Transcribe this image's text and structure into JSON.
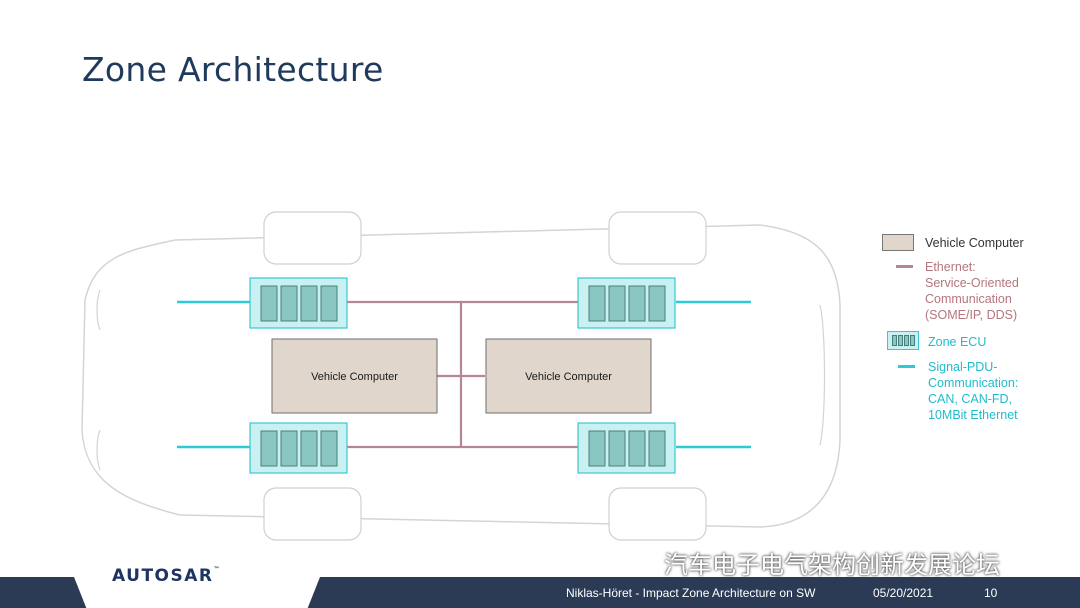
{
  "slide": {
    "title": "Zone Architecture"
  },
  "diagram": {
    "vehicle_computer_left": "Vehicle Computer",
    "vehicle_computer_right": "Vehicle Computer"
  },
  "legend": {
    "vehicle_computer": "Vehicle Computer",
    "ethernet_line1": "Ethernet:",
    "ethernet_line2": "Service-Oriented",
    "ethernet_line3": "Communication",
    "ethernet_line4": "(SOME/IP, DDS)",
    "zone_ecu": "Zone ECU",
    "signal_line1": "Signal-PDU-",
    "signal_line2": "Communication:",
    "signal_line3": "CAN, CAN-FD,",
    "signal_line4": "10MBit Ethernet"
  },
  "footer": {
    "logo": "AUTOSAR",
    "author_talk": "Niklas-Höret - Impact Zone Architecture on SW",
    "date": "05/20/2021",
    "page": "10"
  },
  "watermark": {
    "text": "汽车电子电气架构创新发展论坛"
  },
  "colors": {
    "title": "#1f3a5c",
    "ethernet": "#b58695",
    "signal": "#2ccbd6",
    "zone_fill": "#c9f1f2",
    "vehicle_computer_fill": "#e0d6cb",
    "footer_bar": "#2c3b55",
    "legend_ethernet_text": "#b5767e",
    "legend_signal_text": "#1fbccc"
  }
}
